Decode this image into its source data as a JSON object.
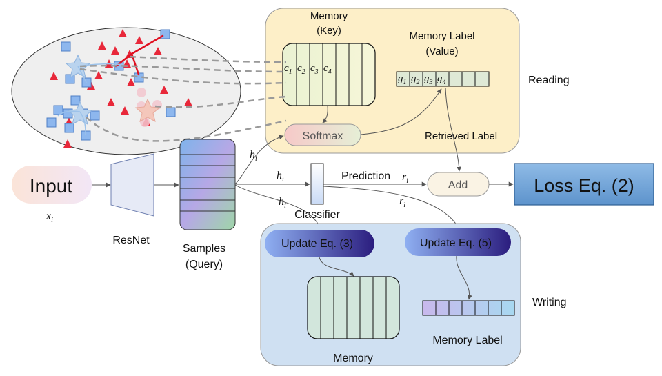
{
  "reading": {
    "title": "Reading",
    "memory_key_line1": "Memory",
    "memory_key_line2": "(Key)",
    "memory_label_line1": "Memory Label",
    "memory_label_line2": "(Value)",
    "keys": [
      {
        "base": "c",
        "sub": "1"
      },
      {
        "base": "c",
        "sub": "2"
      },
      {
        "base": "c",
        "sub": "3"
      },
      {
        "base": "c",
        "sub": "4"
      }
    ],
    "values": [
      {
        "base": "g",
        "sub": "1"
      },
      {
        "base": "g",
        "sub": "2"
      },
      {
        "base": "g",
        "sub": "3"
      },
      {
        "base": "g",
        "sub": "4"
      }
    ],
    "softmax": "Softmax",
    "retrieved_label": "Retrieved Label"
  },
  "pipeline": {
    "input": "Input",
    "input_var": {
      "base": "x",
      "sub": "i"
    },
    "resnet": "ResNet",
    "samples_line1": "Samples",
    "samples_line2": "(Query)",
    "h_symbol": {
      "base": "h",
      "sub": "i"
    },
    "classifier": "Classifier",
    "prediction_word": "Prediction",
    "r_symbol": {
      "base": "r",
      "sub": "i"
    },
    "add": "Add",
    "loss": "Loss Eq. (2)"
  },
  "writing": {
    "title": "Writing",
    "update3": "Update Eq. (3)",
    "update5": "Update Eq. (5)",
    "memory": "Memory",
    "memory_label": "Memory Label"
  },
  "colors": {
    "reading_bg": "#fdefc8",
    "writing_bg": "#cfe0f2",
    "loss_box": "#6fa3d8",
    "update_btn": "#3b2a8e",
    "triangle": "#e8283a",
    "square": "#7faee8",
    "ellipse": "#efefef"
  }
}
